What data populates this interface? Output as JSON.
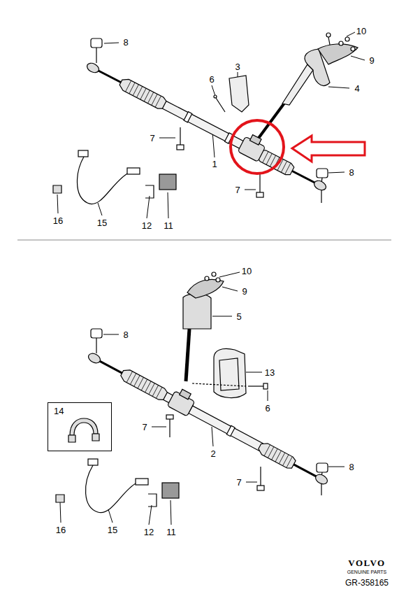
{
  "diagram": {
    "nodes": [
      {
        "text": [
          "14"
        ]
      }
    ],
    "labels": [
      "8",
      "10",
      "9",
      "3",
      "6",
      "4",
      "7",
      "1",
      "8",
      "7",
      "16",
      "15",
      "12",
      "11",
      "10",
      "9",
      "5",
      "8",
      "13",
      "6",
      "7",
      "2",
      "8",
      "7",
      "16",
      "15",
      "12",
      "11",
      "VOLVO",
      "GENUINE PARTS",
      "GR-358165"
    ]
  }
}
